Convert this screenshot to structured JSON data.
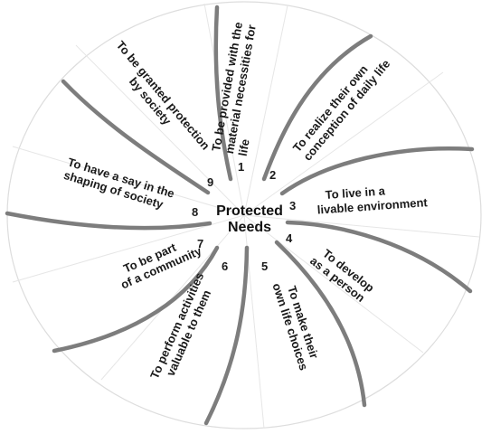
{
  "center": {
    "line1": "Protected",
    "line2": "Needs"
  },
  "needs": [
    {
      "number": "1",
      "line1": "To be provided with the",
      "line2": "material necessities for",
      "line3": "life"
    },
    {
      "number": "2",
      "line1": "To realize their own",
      "line2": "conception of daily life"
    },
    {
      "number": "3",
      "line1": "To live in a",
      "line2": "livable environment"
    },
    {
      "number": "4",
      "line1": "To develop",
      "line2": "as a person"
    },
    {
      "number": "5",
      "line1": "To make their",
      "line2": "own life choices"
    },
    {
      "number": "6",
      "line1": "To perform activities",
      "line2": "valuable to them"
    },
    {
      "number": "7",
      "line1": "To be part",
      "line2": "of a community"
    },
    {
      "number": "8",
      "line1": "To have a say in the",
      "line2": "shaping of society"
    },
    {
      "number": "9",
      "line1": "To be granted protection",
      "line2": "by society"
    }
  ],
  "colors": {
    "arm": "#7d7d7d",
    "divider": "#e6e6e6",
    "text": "#1a1a1a"
  }
}
